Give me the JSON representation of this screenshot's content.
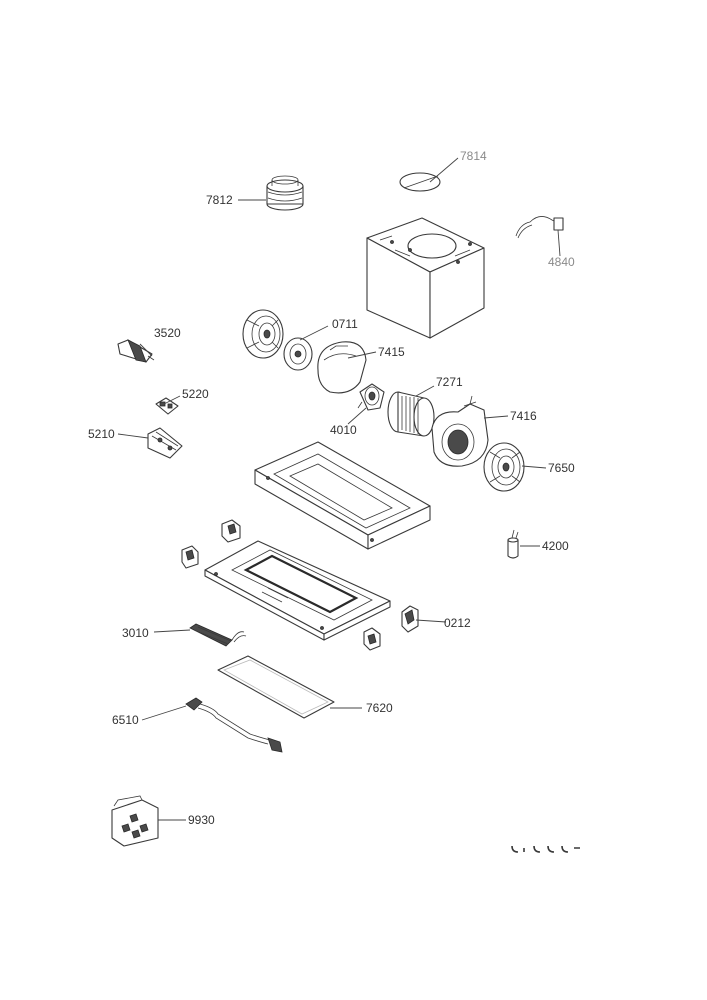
{
  "parts": [
    {
      "id": "p7812",
      "label": "7812"
    },
    {
      "id": "p7814",
      "label": "7814"
    },
    {
      "id": "p4840",
      "label": "4840"
    },
    {
      "id": "p3520",
      "label": "3520"
    },
    {
      "id": "p0711",
      "label": "0711"
    },
    {
      "id": "p7415",
      "label": "7415"
    },
    {
      "id": "p7271",
      "label": "7271"
    },
    {
      "id": "p5220",
      "label": "5220"
    },
    {
      "id": "p7416",
      "label": "7416"
    },
    {
      "id": "p4010",
      "label": "4010"
    },
    {
      "id": "p5210",
      "label": "5210"
    },
    {
      "id": "p7650",
      "label": "7650"
    },
    {
      "id": "p4200",
      "label": "4200"
    },
    {
      "id": "p0212",
      "label": "0212"
    },
    {
      "id": "p3010",
      "label": "3010"
    },
    {
      "id": "p7620",
      "label": "7620"
    },
    {
      "id": "p6510",
      "label": "6510"
    },
    {
      "id": "p9930",
      "label": "9930"
    }
  ],
  "colors": {
    "line": "#3a3a3a",
    "label": "#333333",
    "faded_label": "#8a8a8a"
  }
}
